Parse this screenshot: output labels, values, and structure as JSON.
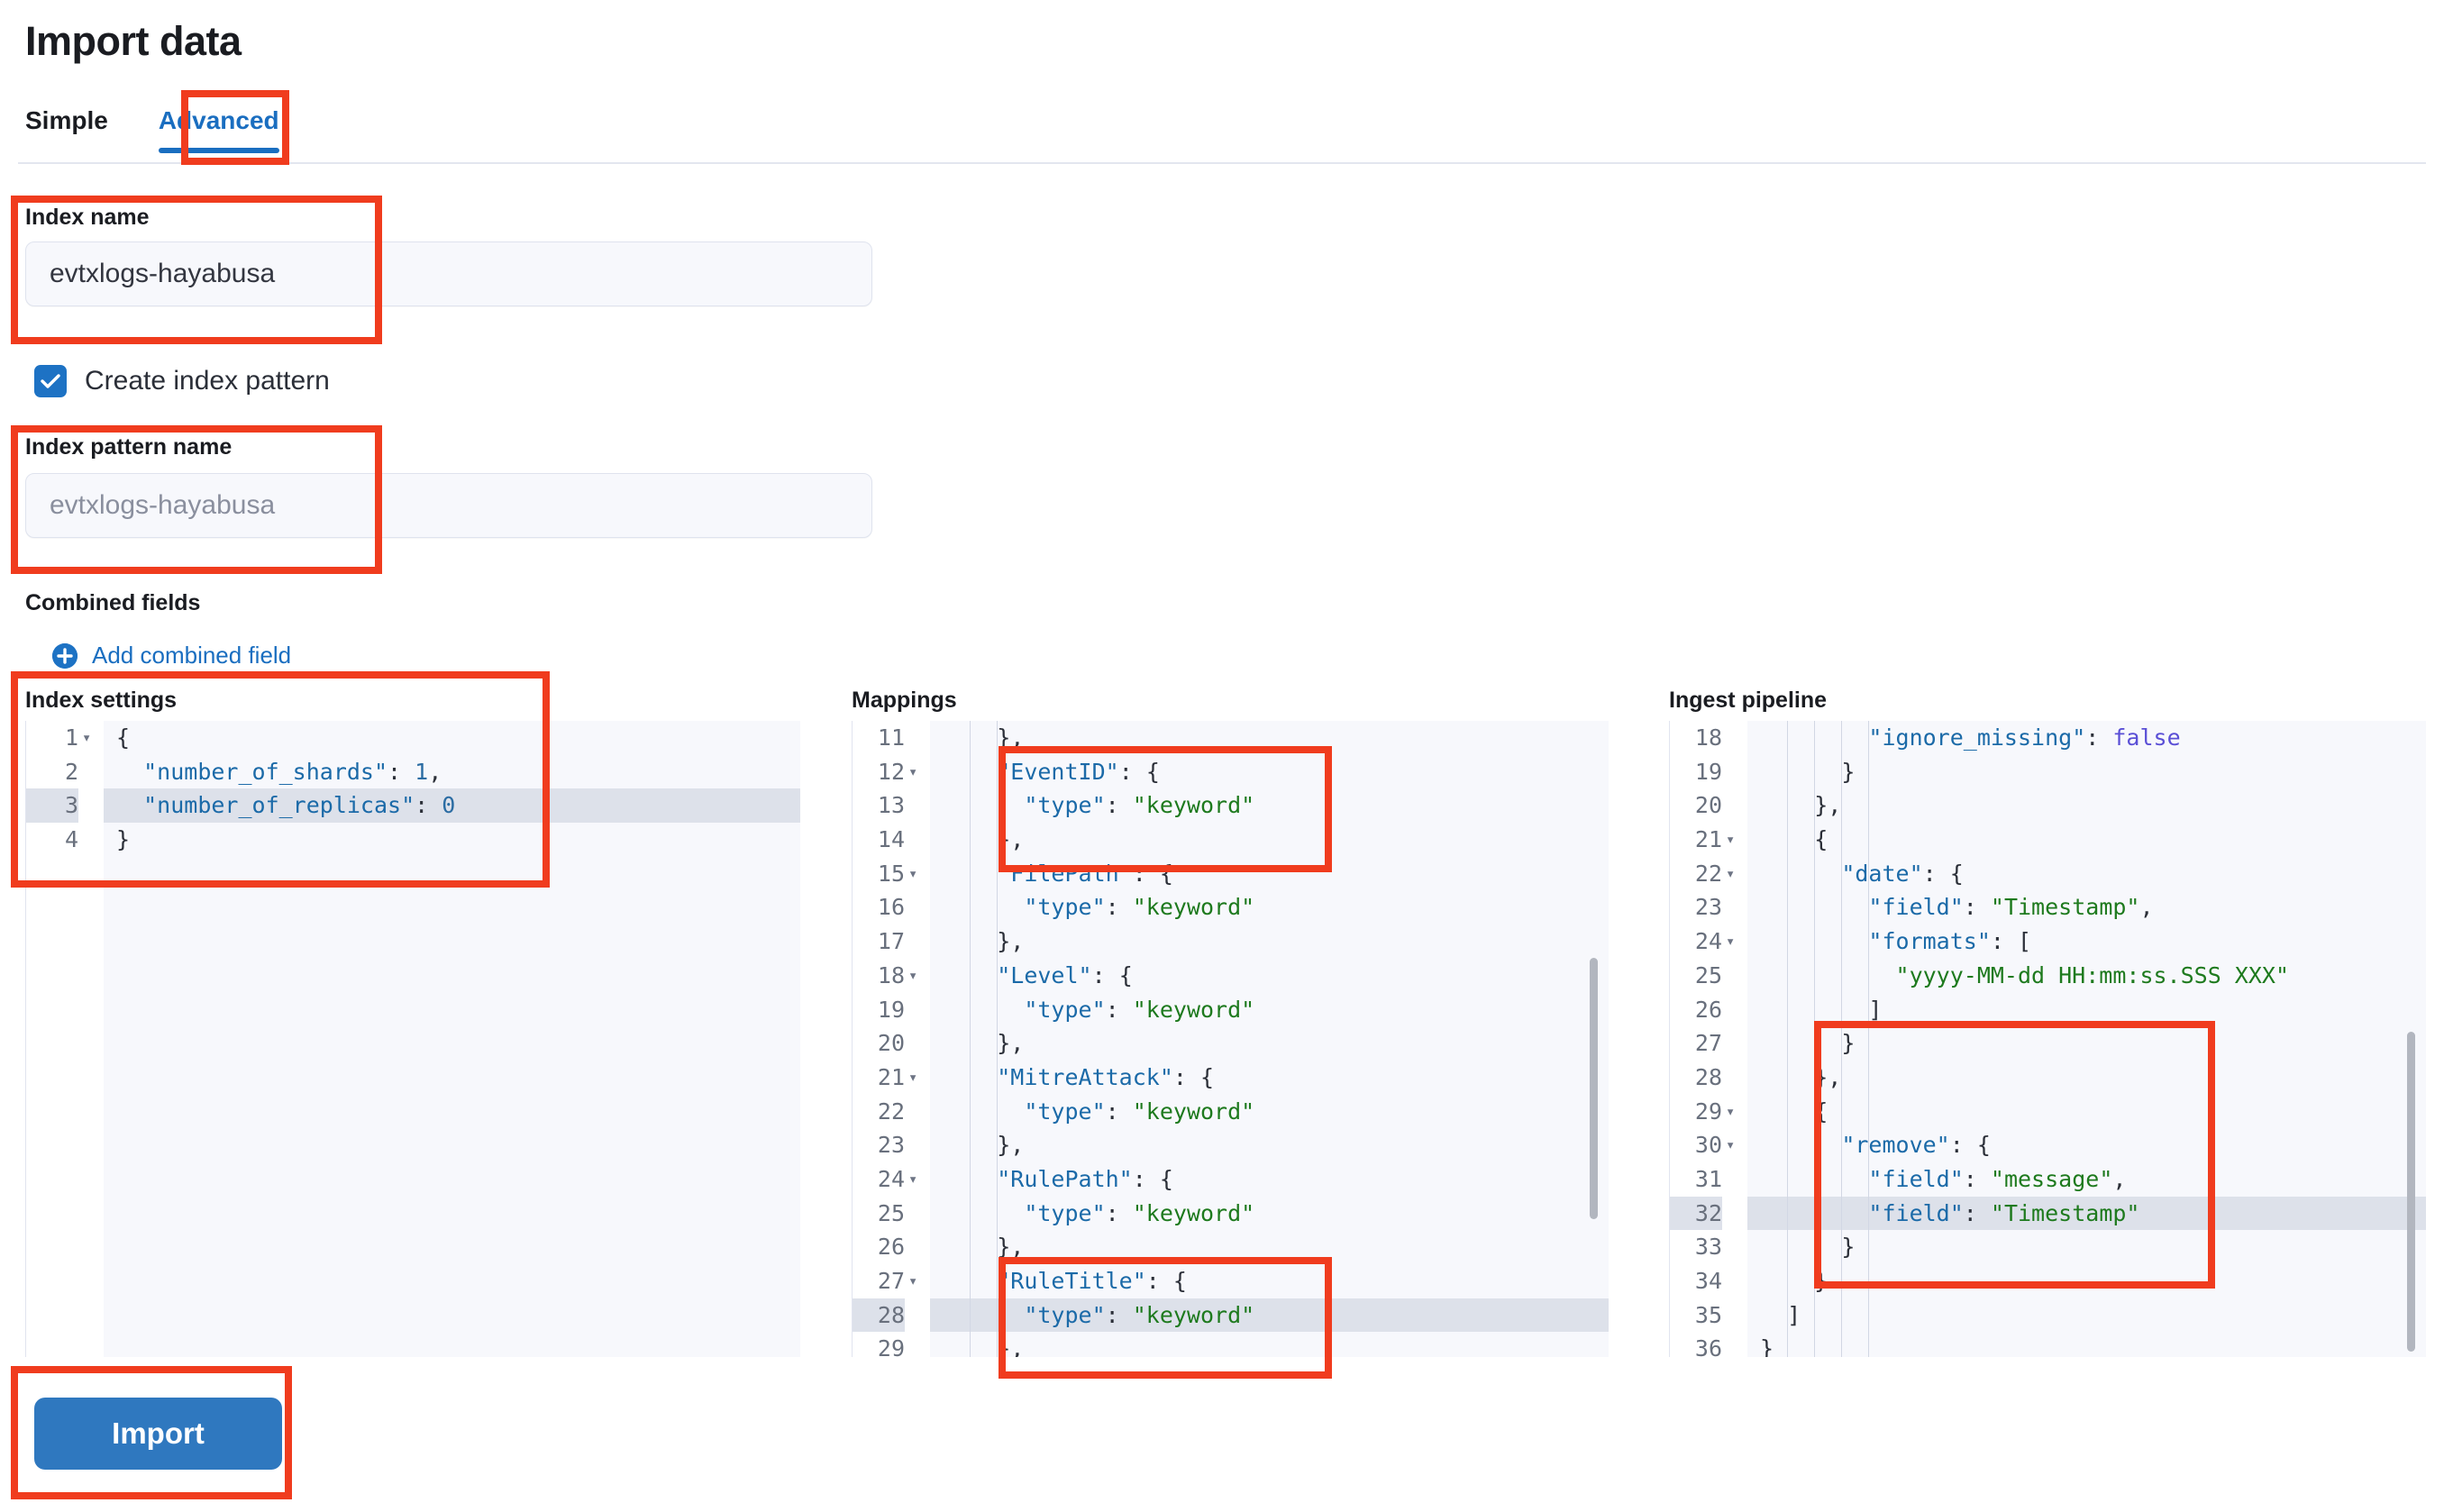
{
  "header": {
    "title": "Import data"
  },
  "tabs": [
    {
      "label": "Simple",
      "active": false
    },
    {
      "label": "Advanced",
      "active": true
    }
  ],
  "form": {
    "index_name": {
      "label": "Index name",
      "value": "evtxlogs-hayabusa"
    },
    "create_index_pattern": {
      "label": "Create index pattern",
      "checked": true
    },
    "index_pattern_name": {
      "label": "Index pattern name",
      "value": "evtxlogs-hayabusa"
    },
    "combined_fields": {
      "label": "Combined fields",
      "add_label": "Add combined field"
    }
  },
  "editors": {
    "index_settings": {
      "title": "Index settings",
      "first_line": 1,
      "highlight_line": 3,
      "lines": [
        {
          "n": 1,
          "fold": true,
          "text": "{"
        },
        {
          "n": 2,
          "fold": false,
          "text": "  \"number_of_shards\": 1,"
        },
        {
          "n": 3,
          "fold": false,
          "text": "  \"number_of_replicas\": 0"
        },
        {
          "n": 4,
          "fold": false,
          "text": "}"
        }
      ]
    },
    "mappings": {
      "title": "Mappings",
      "first_line": 11,
      "highlight_line": 28,
      "lines": [
        {
          "n": 11,
          "fold": false,
          "text": "    },"
        },
        {
          "n": 12,
          "fold": true,
          "text": "    \"EventID\": {"
        },
        {
          "n": 13,
          "fold": false,
          "text": "      \"type\": \"keyword\""
        },
        {
          "n": 14,
          "fold": false,
          "text": "    },"
        },
        {
          "n": 15,
          "fold": true,
          "text": "    \"FilePath\": {"
        },
        {
          "n": 16,
          "fold": false,
          "text": "      \"type\": \"keyword\""
        },
        {
          "n": 17,
          "fold": false,
          "text": "    },"
        },
        {
          "n": 18,
          "fold": true,
          "text": "    \"Level\": {"
        },
        {
          "n": 19,
          "fold": false,
          "text": "      \"type\": \"keyword\""
        },
        {
          "n": 20,
          "fold": false,
          "text": "    },"
        },
        {
          "n": 21,
          "fold": true,
          "text": "    \"MitreAttack\": {"
        },
        {
          "n": 22,
          "fold": false,
          "text": "      \"type\": \"keyword\""
        },
        {
          "n": 23,
          "fold": false,
          "text": "    },"
        },
        {
          "n": 24,
          "fold": true,
          "text": "    \"RulePath\": {"
        },
        {
          "n": 25,
          "fold": false,
          "text": "      \"type\": \"keyword\""
        },
        {
          "n": 26,
          "fold": false,
          "text": "    },"
        },
        {
          "n": 27,
          "fold": true,
          "text": "    \"RuleTitle\": {"
        },
        {
          "n": 28,
          "fold": false,
          "text": "      \"type\": \"keyword\""
        },
        {
          "n": 29,
          "fold": false,
          "text": "    },"
        }
      ]
    },
    "ingest_pipeline": {
      "title": "Ingest pipeline",
      "first_line": 18,
      "highlight_line": 32,
      "lines": [
        {
          "n": 18,
          "fold": false,
          "text": "        \"ignore_missing\": false"
        },
        {
          "n": 19,
          "fold": false,
          "text": "      }"
        },
        {
          "n": 20,
          "fold": false,
          "text": "    },"
        },
        {
          "n": 21,
          "fold": true,
          "text": "    {"
        },
        {
          "n": 22,
          "fold": true,
          "text": "      \"date\": {"
        },
        {
          "n": 23,
          "fold": false,
          "text": "        \"field\": \"Timestamp\","
        },
        {
          "n": 24,
          "fold": true,
          "text": "        \"formats\": ["
        },
        {
          "n": 25,
          "fold": false,
          "text": "          \"yyyy-MM-dd HH:mm:ss.SSS XXX\""
        },
        {
          "n": 26,
          "fold": false,
          "text": "        ]"
        },
        {
          "n": 27,
          "fold": false,
          "text": "      }"
        },
        {
          "n": 28,
          "fold": false,
          "text": "    },"
        },
        {
          "n": 29,
          "fold": true,
          "text": "    {"
        },
        {
          "n": 30,
          "fold": true,
          "text": "      \"remove\": {"
        },
        {
          "n": 31,
          "fold": false,
          "text": "        \"field\": \"message\","
        },
        {
          "n": 32,
          "fold": false,
          "text": "        \"field\": \"Timestamp\""
        },
        {
          "n": 33,
          "fold": false,
          "text": "      }"
        },
        {
          "n": 34,
          "fold": false,
          "text": "    }"
        },
        {
          "n": 35,
          "fold": false,
          "text": "  ]"
        },
        {
          "n": 36,
          "fold": false,
          "text": "}"
        }
      ]
    }
  },
  "actions": {
    "import_label": "Import"
  },
  "colors": {
    "accent": "#1a6ec0",
    "primary_button": "#2f78bf",
    "annotation": "#f03c1e",
    "code_key": "#1b6aa8",
    "code_string": "#1e7a1e",
    "code_boolean": "#5a4fd6",
    "editor_background": "#f7f8fc",
    "highlight_line": "#dde1ea"
  }
}
